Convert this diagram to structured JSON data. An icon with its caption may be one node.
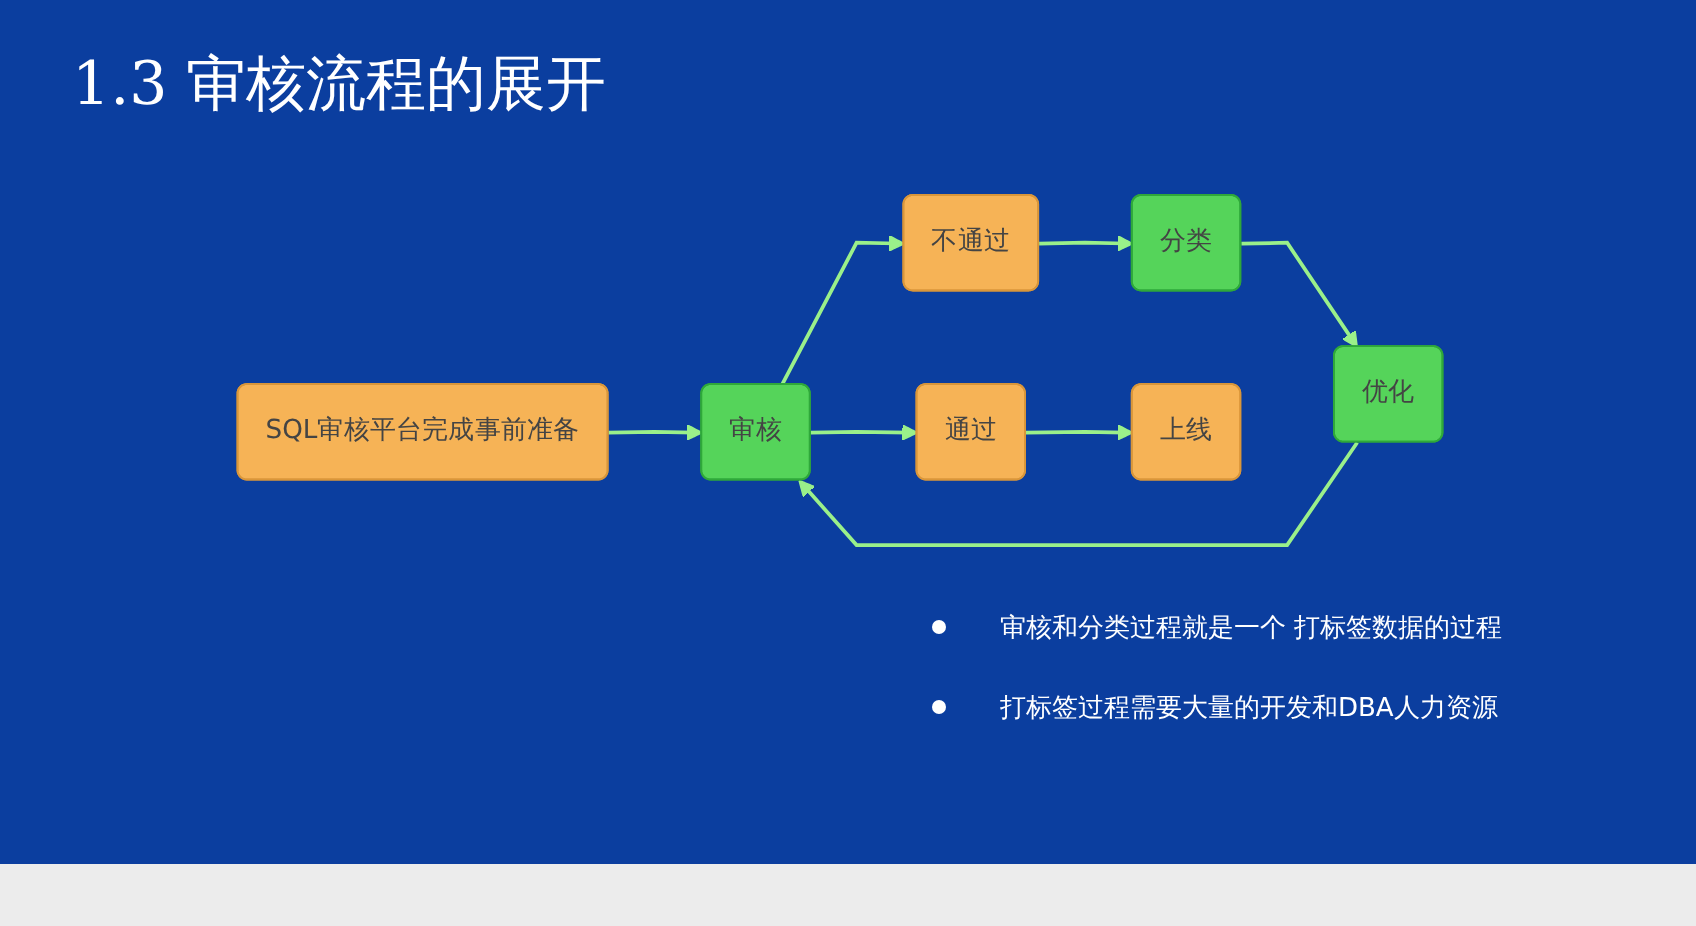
{
  "diagram": {
    "title": "1.3 审核流程的展开",
    "nodes": [
      {
        "text": [
          "SQL审核平台完成事前准备"
        ]
      },
      {
        "text": [
          "审核"
        ]
      },
      {
        "text": [
          "通过"
        ]
      },
      {
        "text": [
          "不通过"
        ]
      },
      {
        "text": [
          "分类"
        ]
      },
      {
        "text": [
          "优化"
        ]
      },
      {
        "text": [
          "上线"
        ]
      }
    ],
    "edges": [
      {
        "from": 0,
        "to": 1,
        "arrow": "to"
      },
      {
        "from": 1,
        "to": 2,
        "arrow": "to"
      },
      {
        "from": 1,
        "to": 3,
        "arrow": "to"
      },
      {
        "from": 2,
        "to": 6,
        "arrow": "to"
      },
      {
        "from": 3,
        "to": 4,
        "arrow": "to"
      },
      {
        "from": 4,
        "to": 5,
        "arrow": "to"
      },
      {
        "from": 5,
        "to": 1,
        "arrow": "to"
      }
    ],
    "labels": [
      "审核和分类过程就是一个 打标签数据的过程",
      "打标签过程需要大量的开发和DBA人力资源"
    ]
  }
}
